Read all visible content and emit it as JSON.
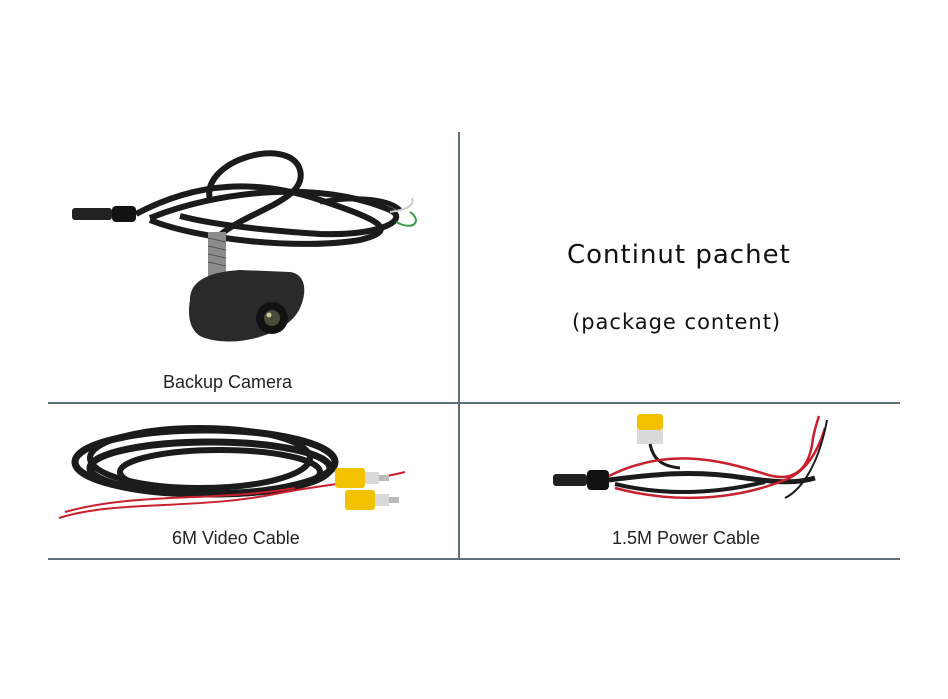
{
  "package": {
    "title": "Continut pachet",
    "subtitle": "(package content)"
  },
  "items": [
    {
      "label": "Backup Camera"
    },
    {
      "label": "6M  Video Cable"
    },
    {
      "label": "1.5M Power Cable"
    }
  ],
  "colors": {
    "grid": "#5e6e78",
    "cable": "#1b1b1b",
    "rca_yellow": "#f2c200",
    "wire_red": "#c8202c",
    "wire_green": "#3ca04a"
  }
}
